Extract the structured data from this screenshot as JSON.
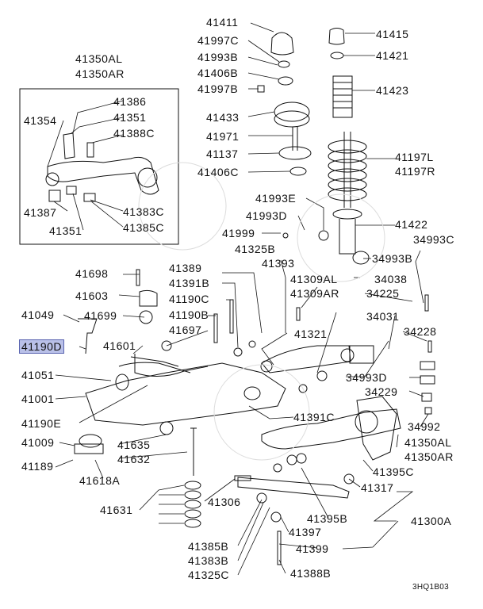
{
  "labels": {
    "p41411": "41411",
    "p41415": "41415",
    "p41997C": "41997C",
    "p41421": "41421",
    "p41993B": "41993B",
    "p41406B": "41406B",
    "p41997B": "41997B",
    "p41423": "41423",
    "p41433": "41433",
    "p41971": "41971",
    "p41137": "41137",
    "p41406C": "41406C",
    "p41197L": "41197L",
    "p41197R": "41197R",
    "p41993E": "41993E",
    "p41993D": "41993D",
    "p41422": "41422",
    "p41999": "41999",
    "p34993C": "34993C",
    "p41325B": "41325B",
    "p34993B": "34993B",
    "p41350AL_top": "41350AL",
    "p41350AR_top": "41350AR",
    "p41386": "41386",
    "p41354": "41354",
    "p41351_top": "41351",
    "p41388C": "41388C",
    "p41387": "41387",
    "p41383C": "41383C",
    "p41351_bot": "41351",
    "p41385C": "41385C",
    "p41698": "41698",
    "p41389": "41389",
    "p41393": "41393",
    "p41309AL": "41309AL",
    "p34038": "34038",
    "p41603": "41603",
    "p41391B": "41391B",
    "p41309AR": "41309AR",
    "p34225": "34225",
    "p41190C": "41190C",
    "p41699": "41699",
    "p41049": "41049",
    "p41190B": "41190B",
    "p34031": "34031",
    "p34228": "34228",
    "p41697": "41697",
    "p41321": "41321",
    "p41190D": "41190D",
    "p41601": "41601",
    "p34993D": "34993D",
    "p41051": "41051",
    "p34229": "34229",
    "p41001": "41001",
    "p41391C": "41391C",
    "p41190E": "41190E",
    "p34992": "34992",
    "p41009": "41009",
    "p41635": "41635",
    "p41350AL_bot": "41350AL",
    "p41350AR_bot": "41350AR",
    "p41189": "41189",
    "p41632": "41632",
    "p41395C": "41395C",
    "p41618A": "41618A",
    "p41317": "41317",
    "p41631": "41631",
    "p41306": "41306",
    "p41395B": "41395B",
    "p41300A": "41300A",
    "p41397": "41397",
    "p41385B": "41385B",
    "p41399": "41399",
    "p41383B": "41383B",
    "p41325C": "41325C",
    "p41388B": "41388B",
    "diagram_code": "3HQ1B03"
  },
  "highlight_color": "#b9c0e8"
}
